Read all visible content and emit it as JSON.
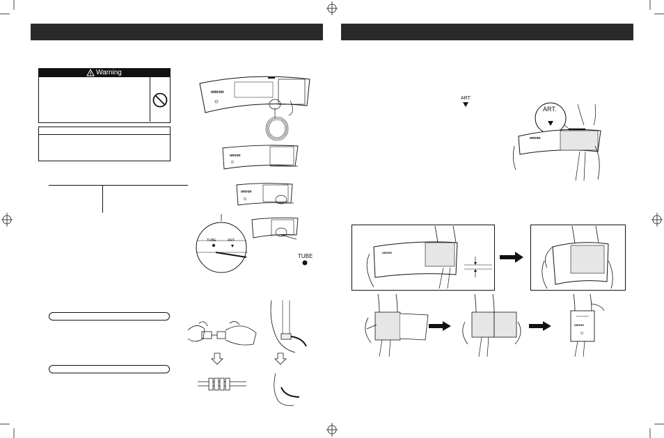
{
  "warning": {
    "title": "Warning"
  },
  "labels": {
    "art_small": "ART.",
    "art_zoom": "ART.",
    "tube_zoom": "TUBE",
    "art_zoom2": "ART.",
    "tube_label": "TUBE"
  },
  "icons": {
    "warning_triangle": "warning-triangle-icon",
    "prohibition": "prohibition-icon",
    "down_arrow": "down-arrow-icon",
    "right_arrow": "right-arrow-icon",
    "tube_dot": "filled-circle-icon"
  },
  "colors": {
    "header_bar": "#2a2a2a",
    "ink": "#111111",
    "cuff_shade": "#e6e6e6"
  }
}
